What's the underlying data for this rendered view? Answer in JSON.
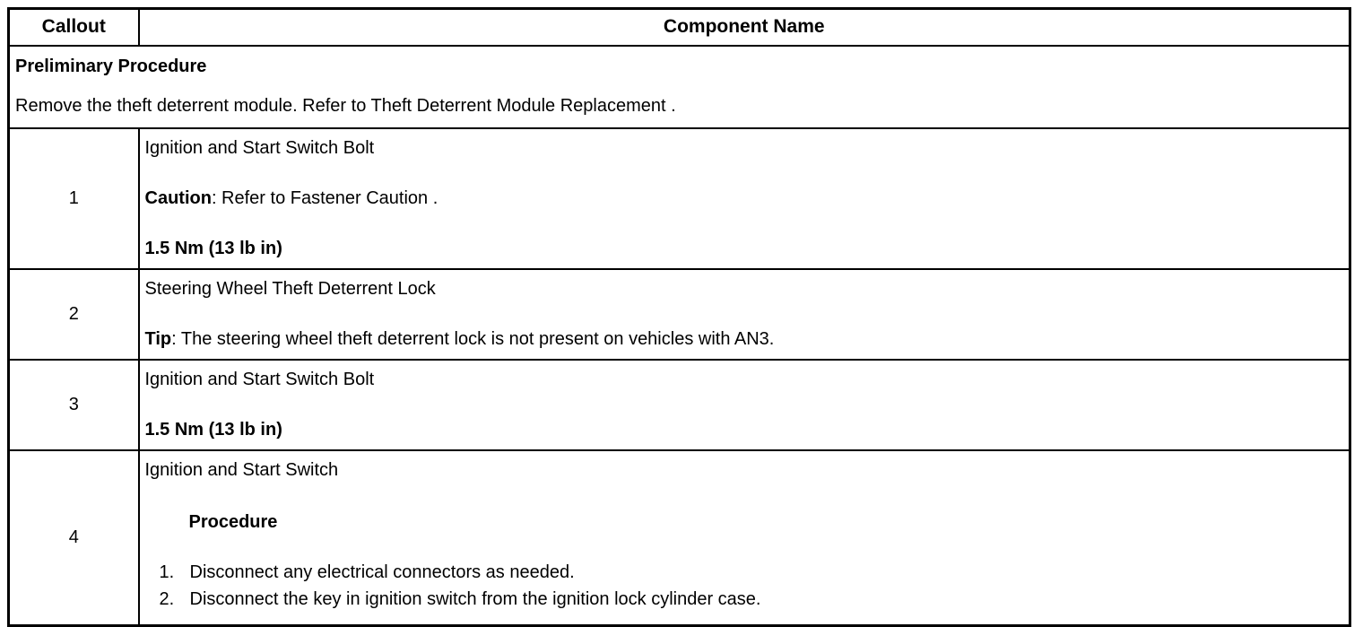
{
  "table": {
    "headers": {
      "callout": "Callout",
      "component_name": "Component Name"
    },
    "preliminary": {
      "title": "Preliminary Procedure",
      "text": "Remove the theft deterrent module. Refer to Theft Deterrent Module Replacement ."
    },
    "rows": [
      {
        "callout": "1",
        "name": "Ignition and Start Switch Bolt",
        "caution_label": "Caution",
        "caution_text": ": Refer to Fastener Caution .",
        "torque": "1.5 Nm (13 lb in)"
      },
      {
        "callout": "2",
        "name": "Steering Wheel Theft Deterrent Lock",
        "tip_label": "Tip",
        "tip_text": ": The steering wheel theft deterrent lock is not present on vehicles with AN3."
      },
      {
        "callout": "3",
        "name": "Ignition and Start Switch Bolt",
        "torque": "1.5 Nm (13 lb in)"
      },
      {
        "callout": "4",
        "name": "Ignition and Start Switch",
        "procedure_heading": "Procedure",
        "steps": [
          {
            "num": "1.",
            "text": "Disconnect any electrical connectors as needed."
          },
          {
            "num": "2.",
            "text": "Disconnect the key in ignition switch from the ignition lock cylinder case."
          }
        ]
      }
    ]
  },
  "colors": {
    "border": "#000000",
    "text": "#000000",
    "background": "#ffffff"
  }
}
